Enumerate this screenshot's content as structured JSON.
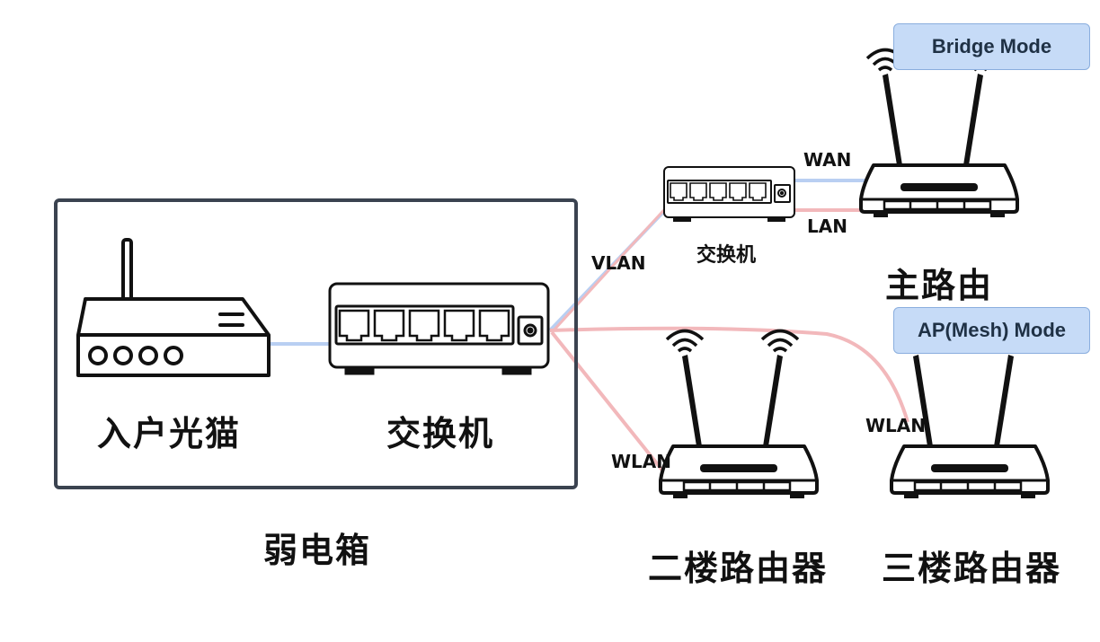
{
  "nodes": {
    "modem": "入户光猫",
    "main_switch": "交换机",
    "cabinet": "弱电箱",
    "small_switch": "交换机",
    "main_router": "主路由",
    "second_router": "二楼路由器",
    "third_router": "三楼路由器"
  },
  "badges": {
    "main_router_mode": "Bridge Mode",
    "third_router_mode": "AP(Mesh) Mode"
  },
  "links": {
    "vlan": "VLAN",
    "wan": "WAN",
    "lan": "LAN",
    "wlan_second": "WLAN",
    "wlan_third": "WLAN"
  },
  "colors": {
    "blue_line": "#b9cff2",
    "pink_line": "#f2b8bb",
    "badge_fill": "#c6dbf7",
    "cabinet_border": "#3b4350"
  }
}
